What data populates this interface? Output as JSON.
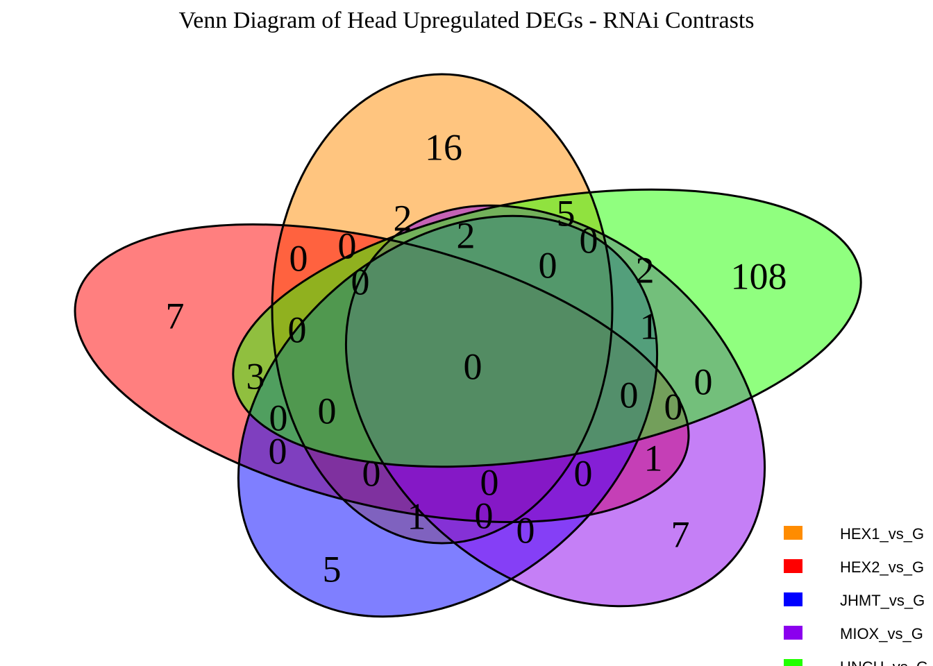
{
  "title": "Venn Diagram of Head Upregulated DEGs - RNAi Contrasts",
  "sets": [
    {
      "id": "HEX1",
      "color": "#FF8C00"
    },
    {
      "id": "HEX2",
      "color": "#FF0000"
    },
    {
      "id": "JHMT",
      "color": "#0000FF"
    },
    {
      "id": "MIOX",
      "color": "#8B00EE"
    },
    {
      "id": "UNCH",
      "color": "#22FF00"
    }
  ],
  "legend": [
    {
      "label": "HEX1_vs_G",
      "color": "#FF8C00"
    },
    {
      "label": "HEX2_vs_G",
      "color": "#FF0000"
    },
    {
      "label": "JHMT_vs_G",
      "color": "#0000FF"
    },
    {
      "label": "MIOX_vs_G",
      "color": "#8B00EE"
    },
    {
      "label": "UNCH_vs_G",
      "color": "#22FF00"
    }
  ],
  "counts": [
    "16",
    "108",
    "7",
    "5",
    "7",
    "2",
    "5",
    "0",
    "2",
    "0",
    "0",
    "2",
    "0",
    "1",
    "0",
    "0",
    "3",
    "0",
    "0",
    "0",
    "0",
    "0",
    "0",
    "0",
    "0",
    "1",
    "0",
    "0",
    "0",
    "1",
    "0"
  ]
}
